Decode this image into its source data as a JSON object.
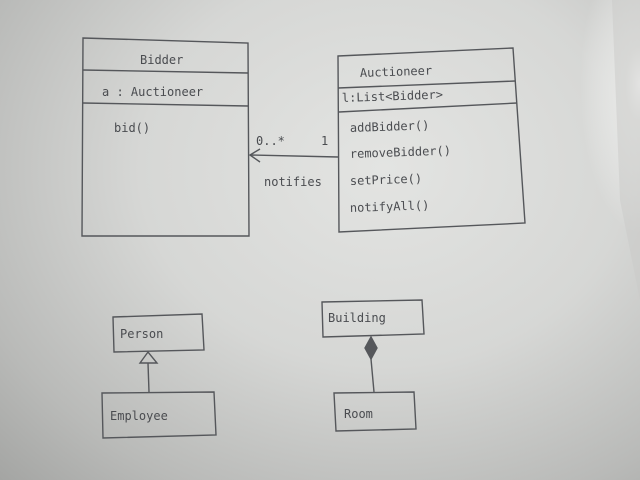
{
  "diagram": {
    "bidder": {
      "name": "Bidder",
      "attributes": [
        "a : Auctioneer"
      ],
      "operations": [
        "bid()"
      ]
    },
    "auctioneer": {
      "name": "Auctioneer",
      "attributes": [
        "l:List<Bidder>"
      ],
      "operations": [
        "addBidder()",
        "removeBidder()",
        "setPrice()",
        "notifyAll()"
      ]
    },
    "association": {
      "bidder_multiplicity": "0..*",
      "auctioneer_multiplicity": "1",
      "label": "notifies"
    },
    "generalization": {
      "parent": "Person",
      "child": "Employee"
    },
    "composition": {
      "whole": "Building",
      "part": "Room"
    }
  }
}
